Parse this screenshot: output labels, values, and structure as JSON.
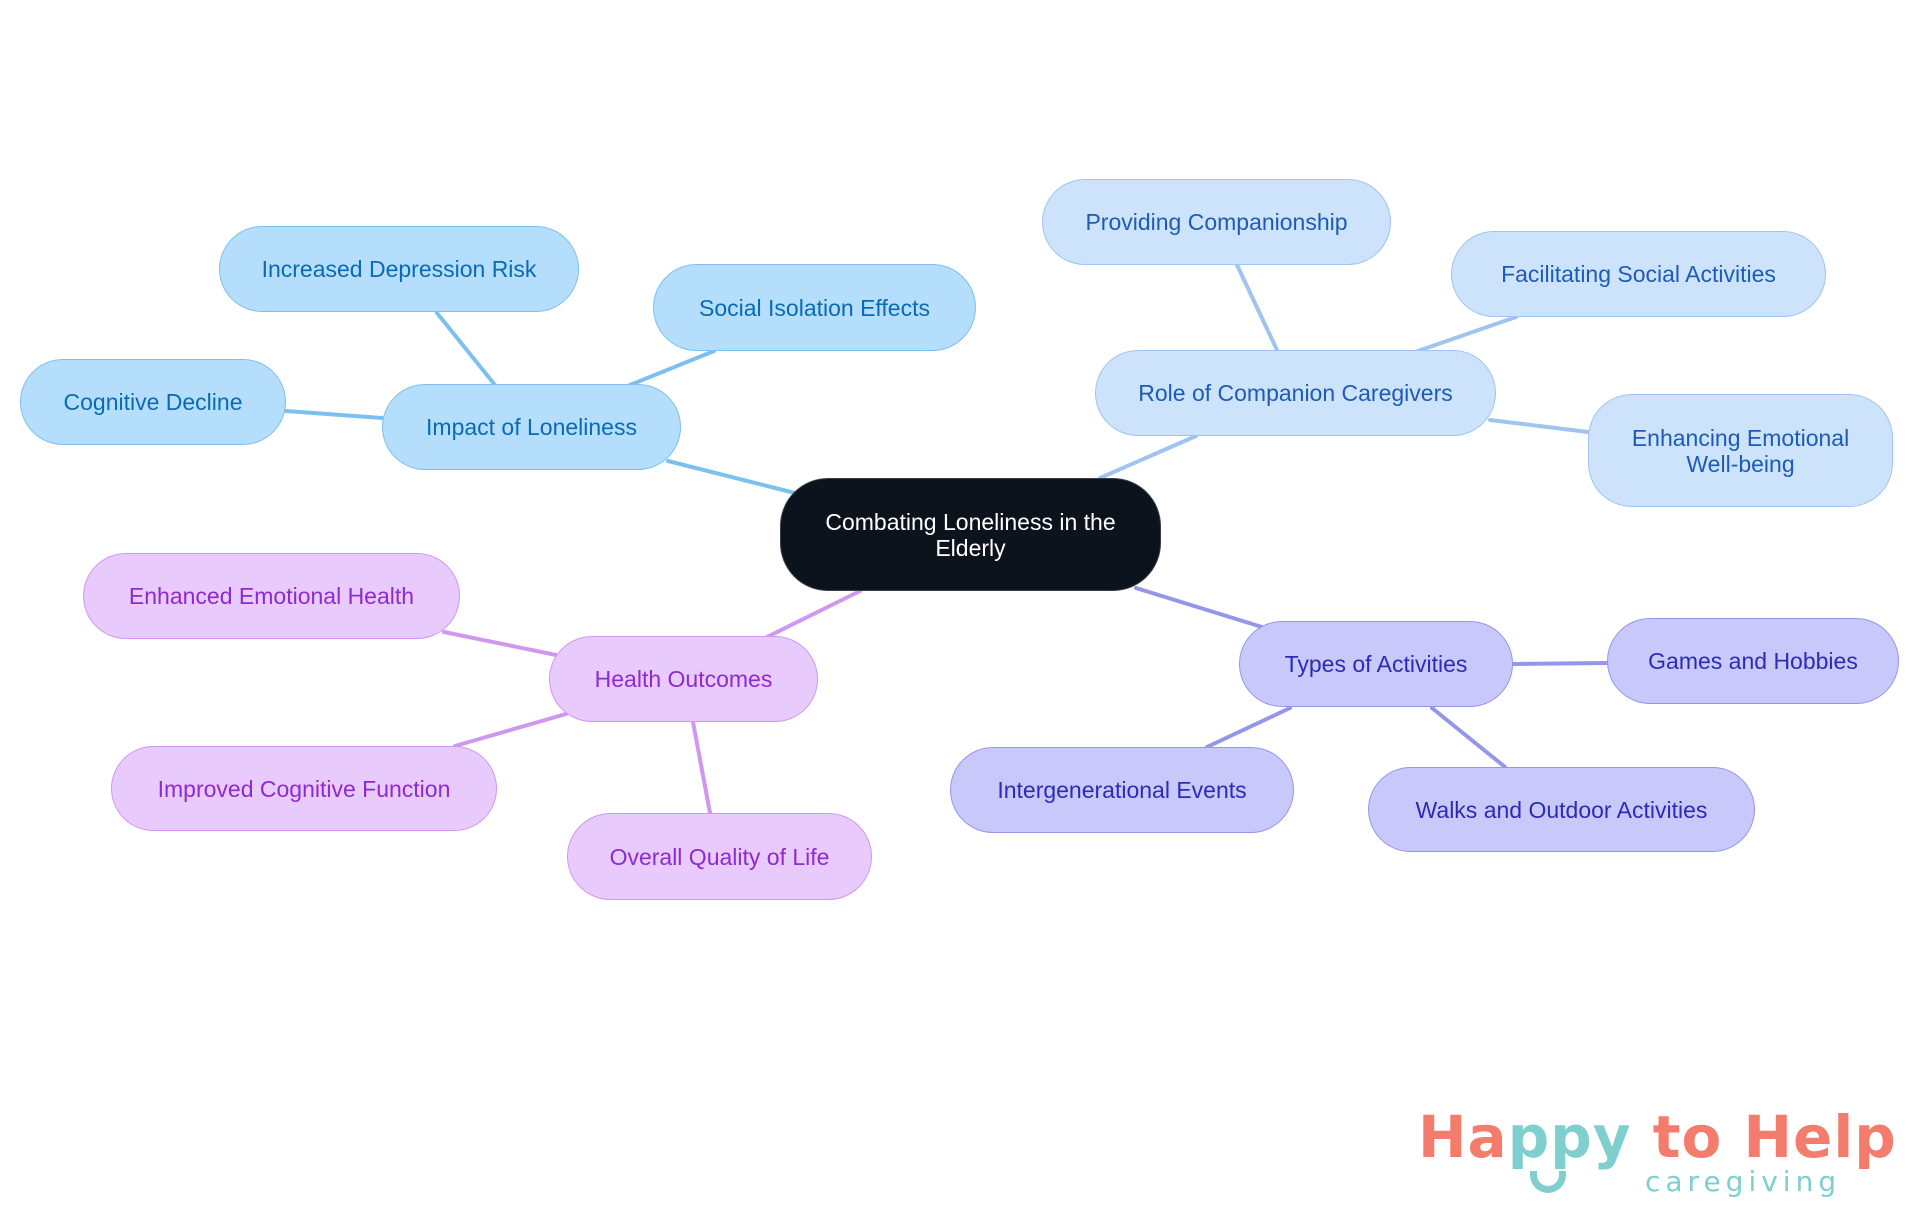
{
  "mindmap": {
    "root": {
      "label": "Combating Loneliness in the Elderly",
      "color": "#0d131c"
    },
    "branches": [
      {
        "label": "Impact of Loneliness",
        "color": "#b4defc",
        "edge_color": "#7cc0ef",
        "children": [
          {
            "label": "Increased Depression Risk"
          },
          {
            "label": "Social Isolation Effects"
          },
          {
            "label": "Cognitive Decline"
          }
        ]
      },
      {
        "label": "Role of Companion Caregivers",
        "color": "#cde3fb",
        "edge_color": "#9ec4ef",
        "children": [
          {
            "label": "Providing Companionship"
          },
          {
            "label": "Facilitating Social Activities"
          },
          {
            "label": "Enhancing Emotional Well-being"
          }
        ]
      },
      {
        "label": "Types of Activities",
        "color": "#c8c9fa",
        "edge_color": "#9496ea",
        "children": [
          {
            "label": "Games and Hobbies"
          },
          {
            "label": "Intergenerational Events"
          },
          {
            "label": "Walks and Outdoor Activities"
          }
        ]
      },
      {
        "label": "Health Outcomes",
        "color": "#e8cafd",
        "edge_color": "#cf97f0",
        "children": [
          {
            "label": "Enhanced Emotional Health"
          },
          {
            "label": "Improved Cognitive Function"
          },
          {
            "label": "Overall Quality of Life"
          }
        ]
      }
    ]
  },
  "logo": {
    "part1": "Ha",
    "part2": "ppy",
    "part3": " to Help",
    "subtitle": "caregiving",
    "colors": {
      "coral": "#f47c6c",
      "teal": "#80cfcf"
    }
  }
}
